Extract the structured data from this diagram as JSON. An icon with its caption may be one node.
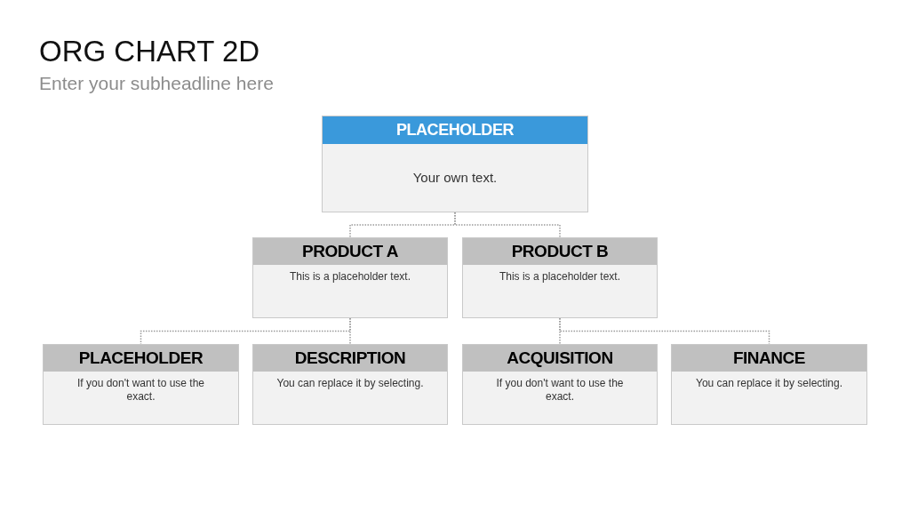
{
  "diagram": {
    "title": "ORG CHART 2D",
    "nodes": [
      {
        "text": [
          "PLACEHOLDER",
          "Your own text."
        ]
      },
      {
        "text": [
          "PRODUCT A",
          "This is a placeholder text."
        ]
      },
      {
        "text": [
          "PRODUCT B",
          "This is a placeholder text."
        ]
      },
      {
        "text": [
          "PLACEHOLDER",
          "If you don't want to use the exact."
        ]
      },
      {
        "text": [
          "DESCRIPTION",
          "You can replace it by selecting."
        ]
      },
      {
        "text": [
          "ACQUISITION",
          "If you don't want to use the exact."
        ]
      },
      {
        "text": [
          "FINANCE",
          "You can replace it by selecting."
        ]
      }
    ],
    "edges": [
      {
        "from": 0,
        "to": 1,
        "arrow": "none",
        "style": "dashed"
      },
      {
        "from": 0,
        "to": 2,
        "arrow": "none",
        "style": "dashed"
      },
      {
        "from": 1,
        "to": 3,
        "arrow": "none",
        "style": "dashed"
      },
      {
        "from": 1,
        "to": 4,
        "arrow": "none",
        "style": "dashed"
      },
      {
        "from": 2,
        "to": 5,
        "arrow": "none",
        "style": "dashed"
      },
      {
        "from": 2,
        "to": 6,
        "arrow": "none",
        "style": "dashed"
      }
    ],
    "labels": [
      "Enter your subheadline here"
    ]
  }
}
